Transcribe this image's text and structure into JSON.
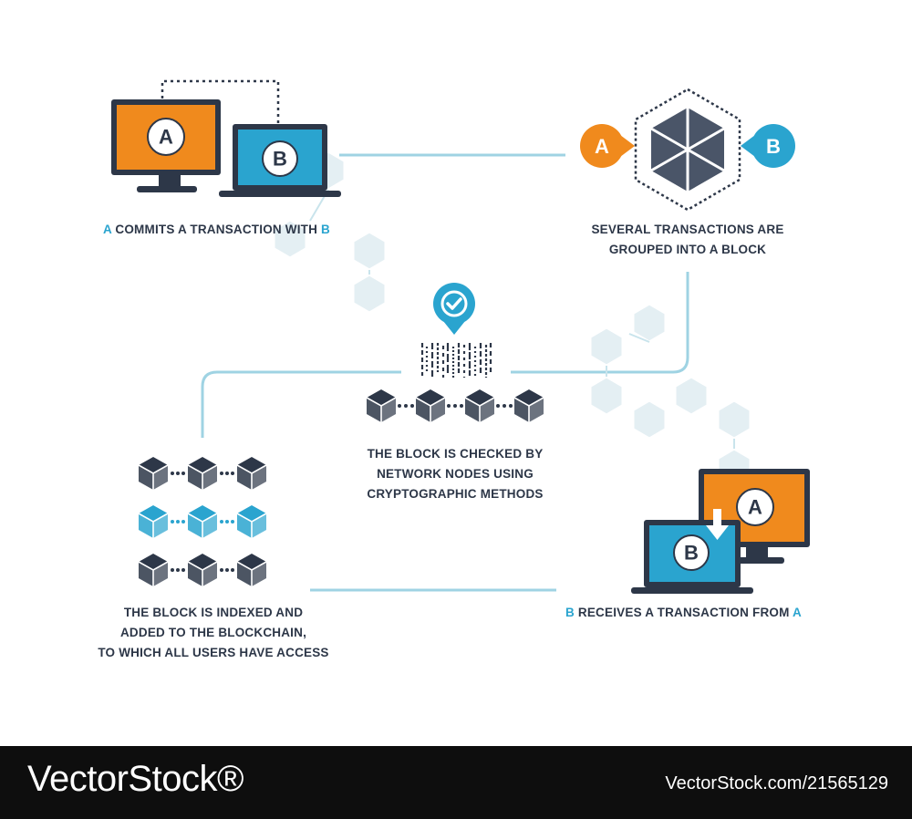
{
  "colors": {
    "orange": "#f08a1d",
    "blue": "#2aa4cf",
    "dark": "#2d3748",
    "hex_light": "#e4eff3",
    "connector": "#9fd3e3"
  },
  "icons": {
    "computer_a_letter": "A",
    "laptop_b_letter": "B",
    "block_a_letter": "A",
    "block_b_letter": "B",
    "receiver_a_letter": "A",
    "receiver_b_letter": "B"
  },
  "steps": {
    "commit": {
      "hl1": "A",
      "text": " COMMITS A TRANSACTION WITH ",
      "hl2": "B"
    },
    "grouped": {
      "line1": "SEVERAL TRANSACTIONS ARE",
      "line2": "GROUPED INTO A BLOCK"
    },
    "checked": {
      "line1": "THE BLOCK IS CHECKED BY",
      "line2": "NETWORK NODES USING",
      "line3": "CRYPTOGRAPHIC METHODS"
    },
    "indexed": {
      "line1": "THE BLOCK IS INDEXED AND",
      "line2": "ADDED TO THE BLOCKCHAIN,",
      "line3": "TO WHICH ALL USERS HAVE ACCESS"
    },
    "receives": {
      "hl1": "B",
      "text": " RECEIVES A TRANSACTION FROM ",
      "hl2": "A"
    }
  },
  "footer": {
    "brand": "VectorStock®",
    "credit": "VectorStock.com/21565129"
  }
}
